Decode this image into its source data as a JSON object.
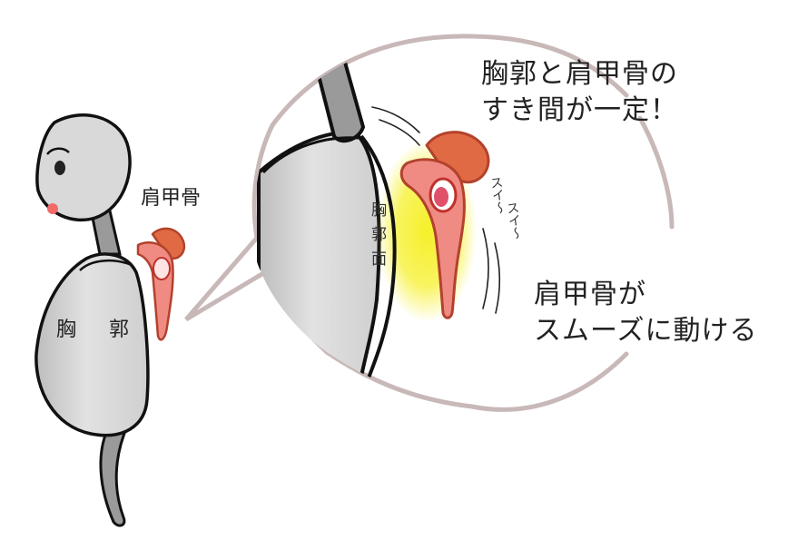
{
  "labels": {
    "speech_top_line1": "胸郭と肩甲骨の",
    "speech_top_line2": "すき間が一定！",
    "speech_bottom_line1": "肩甲骨が",
    "speech_bottom_line2": "スムーズに動ける",
    "scapula": "肩甲骨",
    "thorax_left": "胸",
    "thorax_right": "郭",
    "thorax_surface": "胸郭面",
    "sound_1": "スイ〜",
    "sound_2": "スイ〜"
  },
  "colors": {
    "figure": "#d9d9d9",
    "outline": "#111111",
    "bubble": "#c8b8b8",
    "bone": "#e8837a",
    "highlight": "#f4ef2a"
  }
}
